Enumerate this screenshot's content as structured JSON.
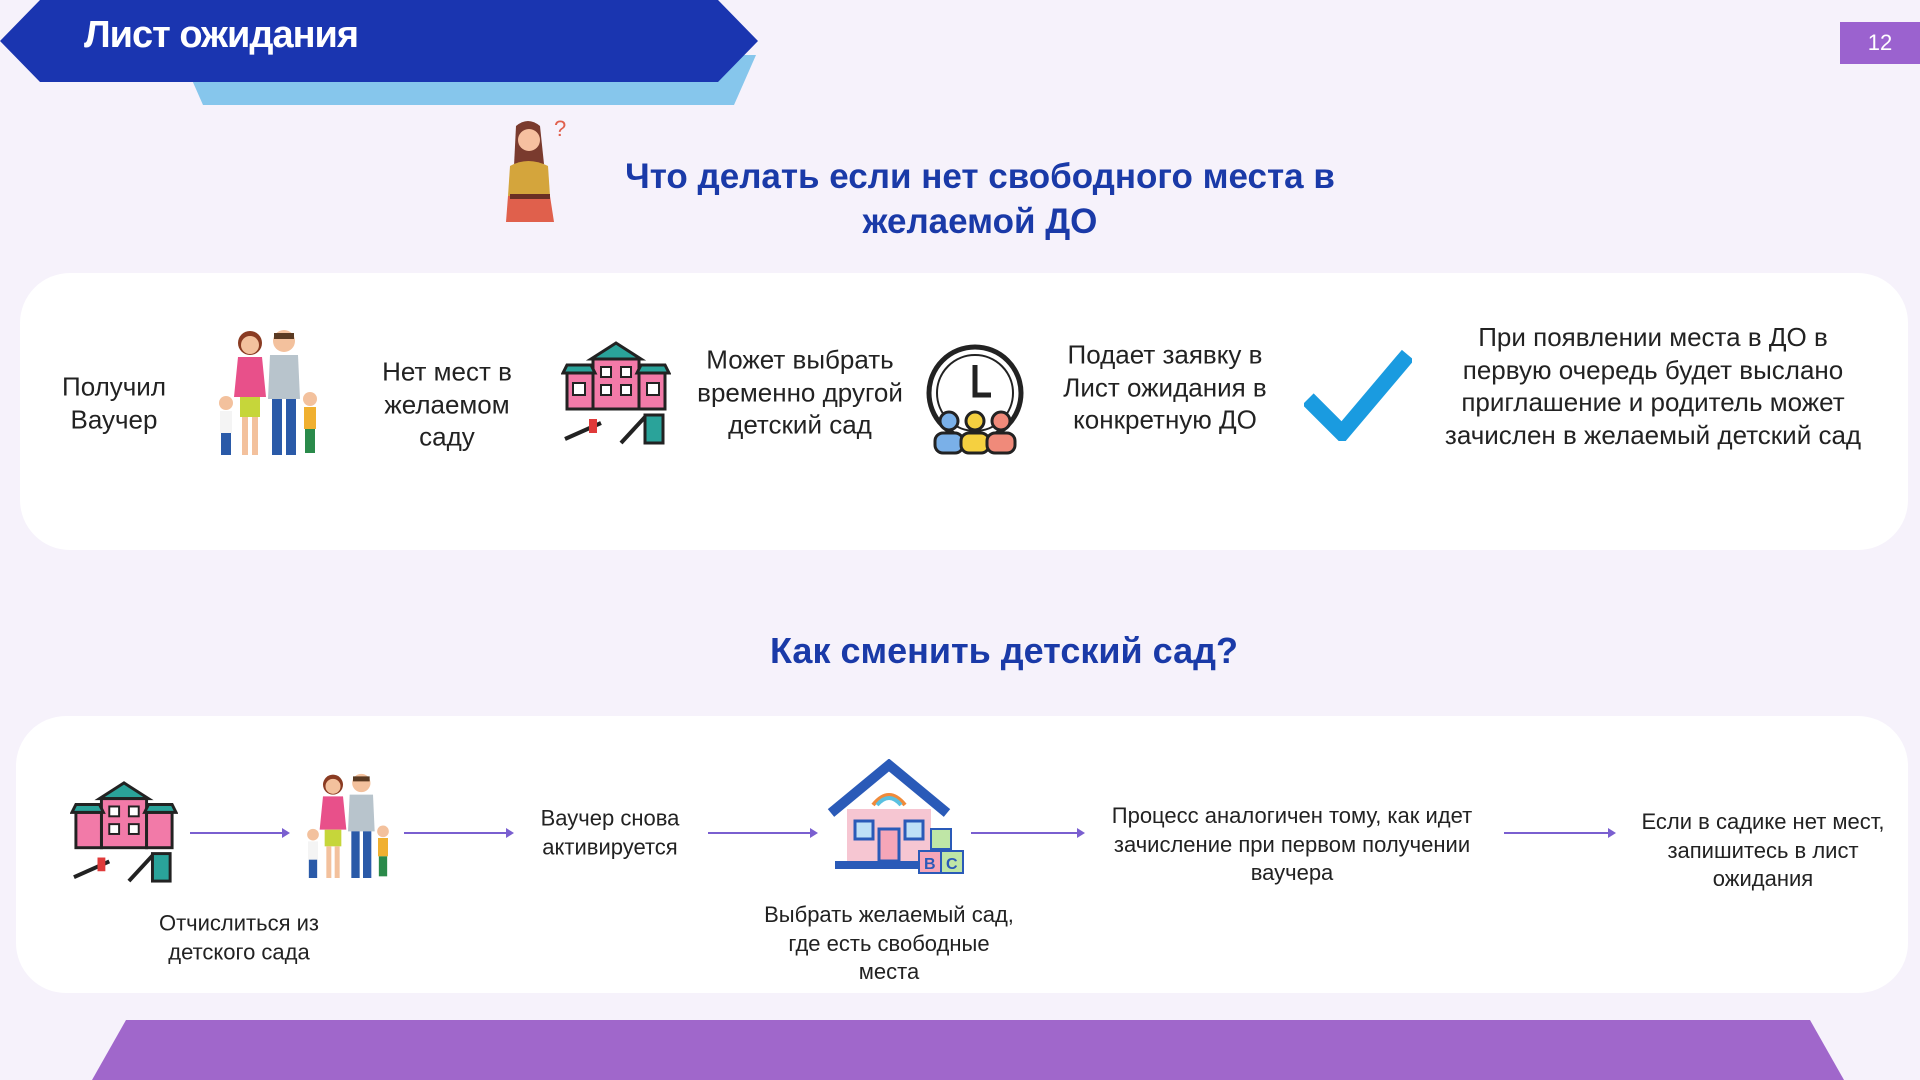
{
  "header": {
    "title": "Лист ожидания",
    "page_number": "12"
  },
  "section1": {
    "heading_line1": "Что делать если нет свободного места в",
    "heading_line2": "желаемой ДО",
    "steps": [
      {
        "line1": "Получил",
        "line2": "Ваучер"
      },
      {
        "line1": "Нет мест в",
        "line2": "желаемом",
        "line3": "саду"
      },
      {
        "line1": "Может выбрать",
        "line2": "временно другой",
        "line3": "детский сад"
      },
      {
        "line1": "Подает заявку в",
        "line2": "Лист ожидания в",
        "line3": "конкретную ДО"
      },
      {
        "line1": "При появлении места в ДО в",
        "line2": "первую очередь  будет выслано",
        "line3": "приглашение и родитель может",
        "line4": "зачислен в желаемый детский сад"
      }
    ]
  },
  "section2": {
    "heading": "Как сменить детский сад?",
    "steps": [
      {
        "line1": "Отчислиться из",
        "line2": "детского сада"
      },
      {
        "line1": "Ваучер снова",
        "line2": "активируется"
      },
      {
        "line1": "Выбрать желаемый сад,",
        "line2": "где есть свободные",
        "line3": "места"
      },
      {
        "line1": "Процесс аналогичен тому, как идет",
        "line2": "зачисление  при первом получении",
        "line3": "ваучера"
      },
      {
        "line1": "Если в садике нет мест,",
        "line2": "запишитесь в лист",
        "line3": "ожидания"
      }
    ]
  },
  "colors": {
    "banner": "#1a35b0",
    "accent_light": "#86c6ec",
    "purple": "#a067cb",
    "heading": "#1a3aa8",
    "check": "#1a9be0"
  }
}
